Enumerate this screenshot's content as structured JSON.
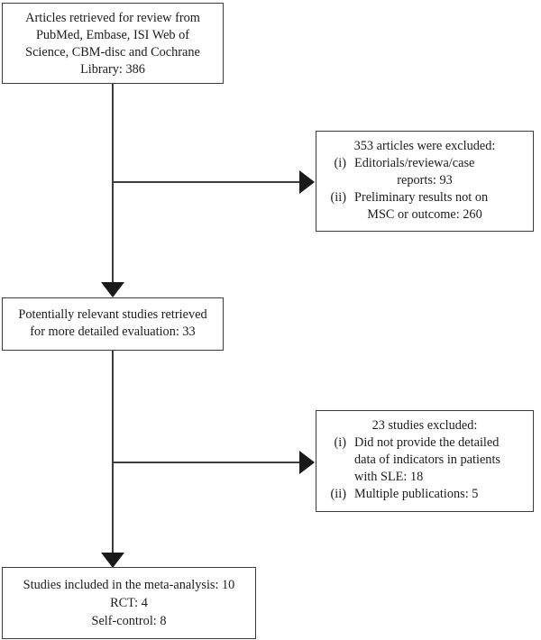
{
  "colors": {
    "background": "#ffffff",
    "border": "#3d3d3d",
    "text": "#1c1c1c",
    "arrow": "#1a1a1a"
  },
  "top_box": {
    "line1": "Articles retrieved for review from",
    "line2": "PubMed, Embase, ISI Web of",
    "line3": "Science, CBM-disc and Cochrane",
    "line4": "Library: 386"
  },
  "excluded_box_1": {
    "title": "353 articles were excluded:",
    "item_i_marker": "(i)",
    "item_i_text": "Editorials/reviewa/case",
    "item_i_cont": "reports: 93",
    "item_ii_marker": "(ii)",
    "item_ii_text": "Preliminary results not on",
    "item_ii_cont": "MSC or outcome: 260"
  },
  "relevant_box": {
    "line1": "Potentially relevant studies retrieved",
    "line2": "for more detailed evaluation: 33"
  },
  "excluded_box_2": {
    "title": "23 studies excluded:",
    "item_i_marker": "(i)",
    "item_i_line1": "Did not provide the detailed",
    "item_i_line2": "data of indicators in patients",
    "item_i_line3": "with SLE: 18",
    "item_ii_marker": "(ii)",
    "item_ii_text": "Multiple publications: 5"
  },
  "included_box": {
    "line1": "Studies included in the meta-analysis: 10",
    "line2": "RCT: 4",
    "line3": "Self-control: 8"
  }
}
